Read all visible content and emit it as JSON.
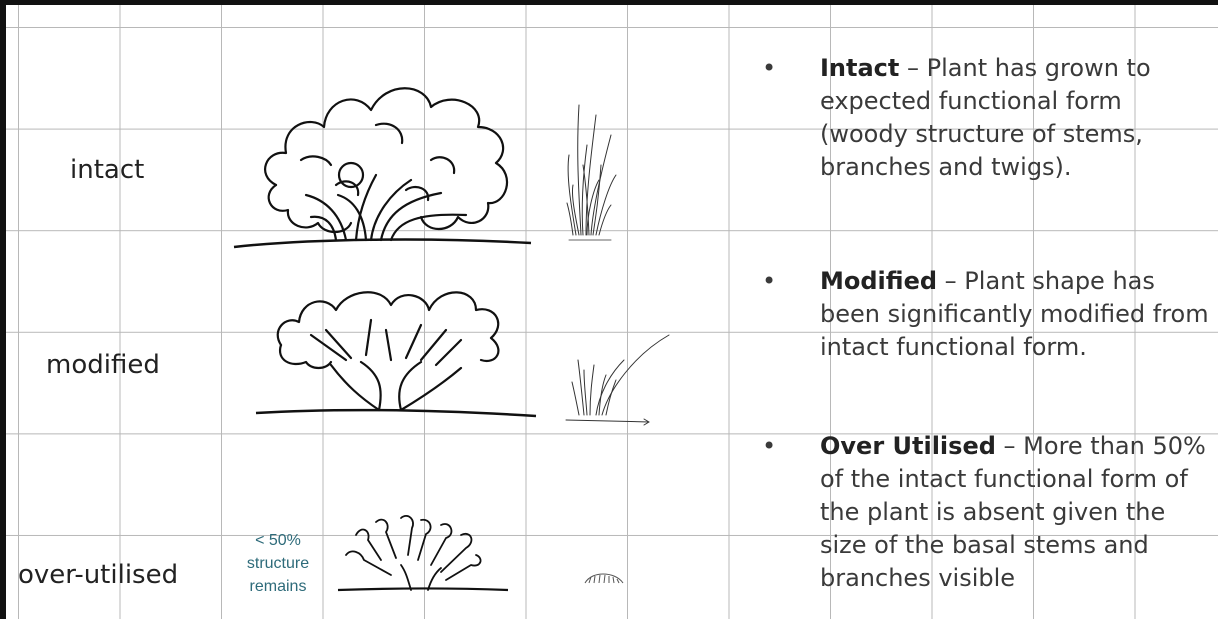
{
  "rows": {
    "intact": {
      "label": "intact"
    },
    "modified": {
      "label": "modified"
    },
    "over_utilised": {
      "label": "over-utilised",
      "note_line1": "< 50%",
      "note_line2": "structure",
      "note_line3": "remains"
    }
  },
  "bullets": [
    {
      "term": "Intact",
      "sep": " – ",
      "text": "Plant has grown to expected functional form (woody structure of stems, branches and twigs)."
    },
    {
      "term": "Modified",
      "sep": " – ",
      "text": "Plant shape has been significantly modified from intact functional form."
    },
    {
      "term": "Over Utilised",
      "sep": " – ",
      "text": "More than 50% of the intact functional form of the plant is absent given the size of the basal stems and branches visible"
    }
  ],
  "colors": {
    "note": "#2e6b7a",
    "ink": "#111111",
    "grid": "#b8b8b8"
  },
  "icons": [
    "shrub-intact-sketch",
    "grass-intact-sketch",
    "shrub-modified-sketch",
    "grass-modified-sketch",
    "shrub-over-utilised-sketch",
    "grass-over-utilised-sketch"
  ]
}
